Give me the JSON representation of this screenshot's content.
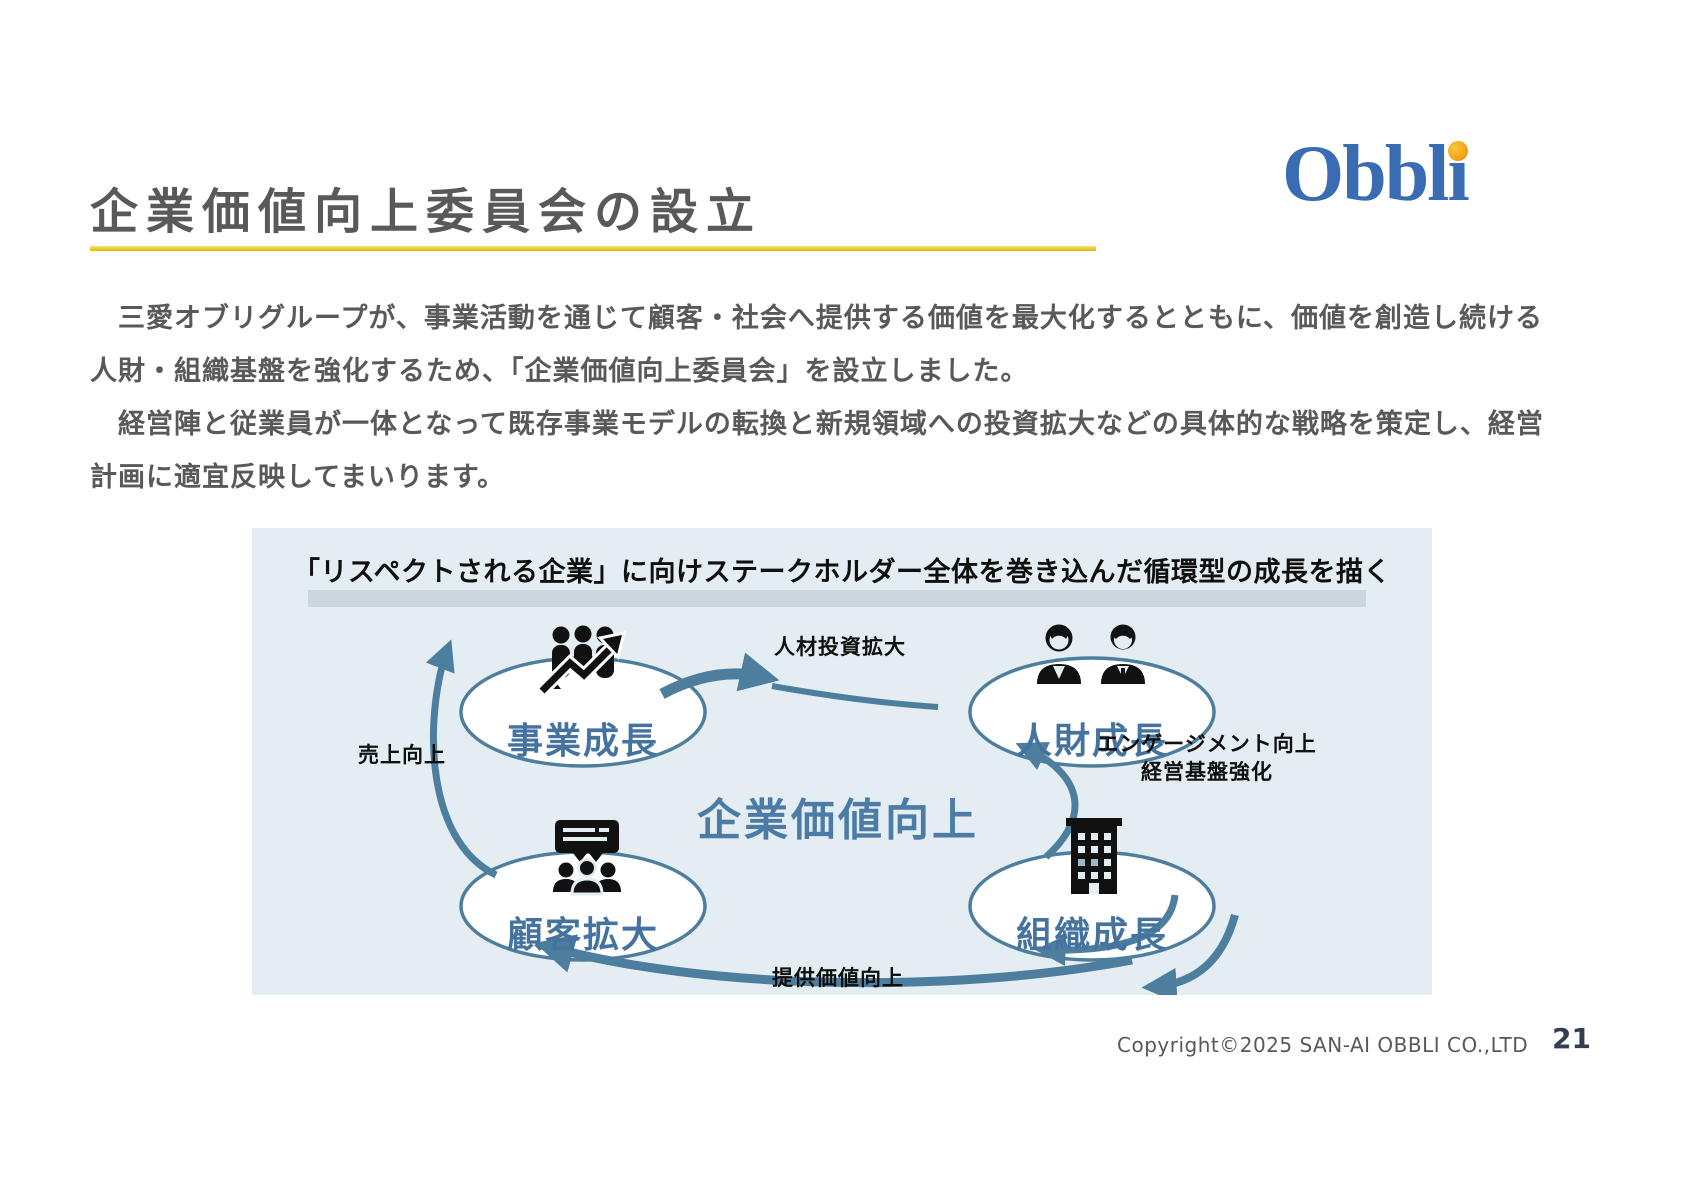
{
  "slide": {
    "title": "企業価値向上委員会の設立",
    "logo": {
      "full_text": "Obbli",
      "stem": "Obbl",
      "dotless_i": "ı",
      "blue": "#3a6cb3",
      "dot_orange": "#f29c11"
    },
    "title_underline_gold": "#dfb30e",
    "intro_lines": [
      "　三愛オブリグループが、事業活動を通じて顧客・社会へ提供する価値を最大化するとともに、価値を創造し続ける",
      "人財・組織基盤を強化するため、「企業価値向上委員会」を設立しました。",
      "　経営陣と従業員が一体となって既存事業モデルの転換と新規領域への投資拡大などの具体的な戦略を策定し、経営",
      "計画に適宜反映してまいります。"
    ]
  },
  "diagram": {
    "headline": "「リスペクトされる企業」に向けステークホルダー全体を巻き込んだ循環型の成長を描く",
    "center_label": "企業価値向上",
    "colors": {
      "panel_background": "#e3edf2",
      "cycle_stroke": "#4e7e9e",
      "node_text": "#44739f",
      "icon_black": "#111111"
    },
    "nodes": [
      {
        "id": "business-growth",
        "label": "事業成長",
        "icon": "people-trend-icon"
      },
      {
        "id": "human-capital-growth",
        "label": "人財成長",
        "icon": "businesspeople-icon"
      },
      {
        "id": "customer-expansion",
        "label": "顧客拡大",
        "icon": "presentation-audience-icon"
      },
      {
        "id": "organization-growth",
        "label": "組織成長",
        "icon": "building-icon"
      }
    ],
    "edge_labels": {
      "top": "人材投資拡大",
      "left": "売上向上",
      "right_line1": "エンゲージメント向上",
      "right_line2": "経営基盤強化",
      "bottom": "提供価値向上"
    }
  },
  "footer": {
    "copyright": "Copyright©2025 SAN-AI OBBLI CO.,LTD",
    "page_number": "21"
  }
}
